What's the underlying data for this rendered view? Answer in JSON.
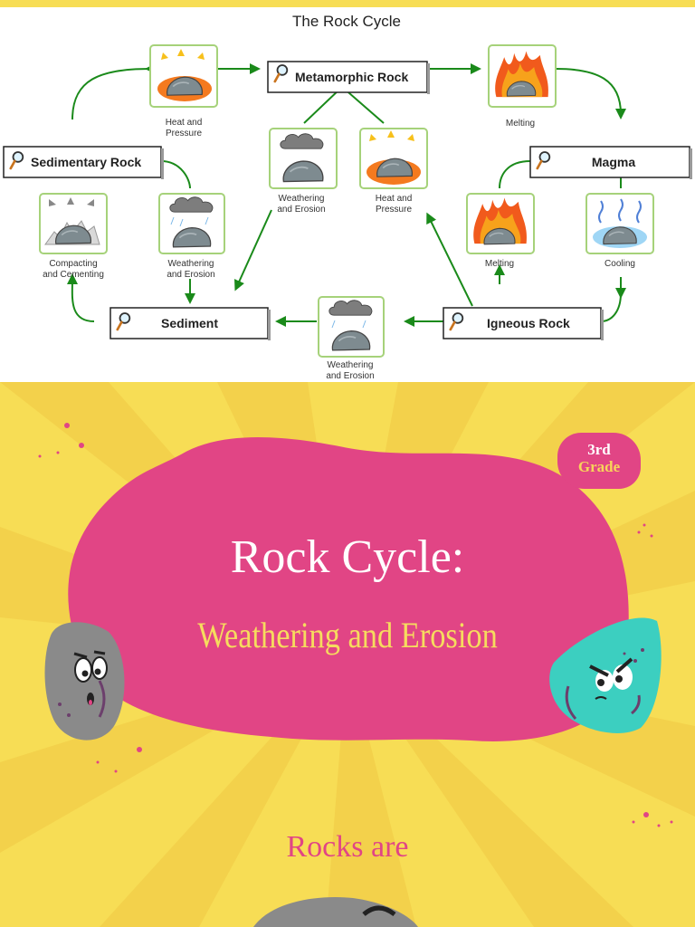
{
  "diagram": {
    "title": "The Rock Cycle",
    "nodes": {
      "metamorphic": "Metamorphic Rock",
      "sedimentary": "Sedimentary Rock",
      "magma": "Magma",
      "sediment": "Sediment",
      "igneous": "Igneous Rock"
    },
    "captions": {
      "heat_pressure_top": [
        "Heat and",
        "Pressure"
      ],
      "melting_top": "Melting",
      "weathering_center": [
        "Weathering",
        "and Erosion"
      ],
      "heat_pressure_center": [
        "Heat and",
        "Pressure"
      ],
      "compacting": [
        "Compacting",
        "and Cementing"
      ],
      "weathering_left": [
        "Weathering",
        "and Erosion"
      ],
      "melting_right": "Melting",
      "cooling": "Cooling",
      "weathering_bottom": [
        "Weathering",
        "and Erosion"
      ]
    },
    "colors": {
      "arrow": "#1a8a1a",
      "panel_border": "#a6d27a"
    }
  },
  "slide": {
    "badge": {
      "number": "3rd",
      "word": "Grade"
    },
    "title": "Rock Cycle:",
    "subtitle": "Weathering and Erosion",
    "body": "Rocks are",
    "colors": {
      "background": "#f7dd55",
      "blob": "#e14585",
      "accent_yellow": "#f6dc5e",
      "rock_gray": "#8a8a8a",
      "rock_teal": "#3ccfc0"
    }
  }
}
